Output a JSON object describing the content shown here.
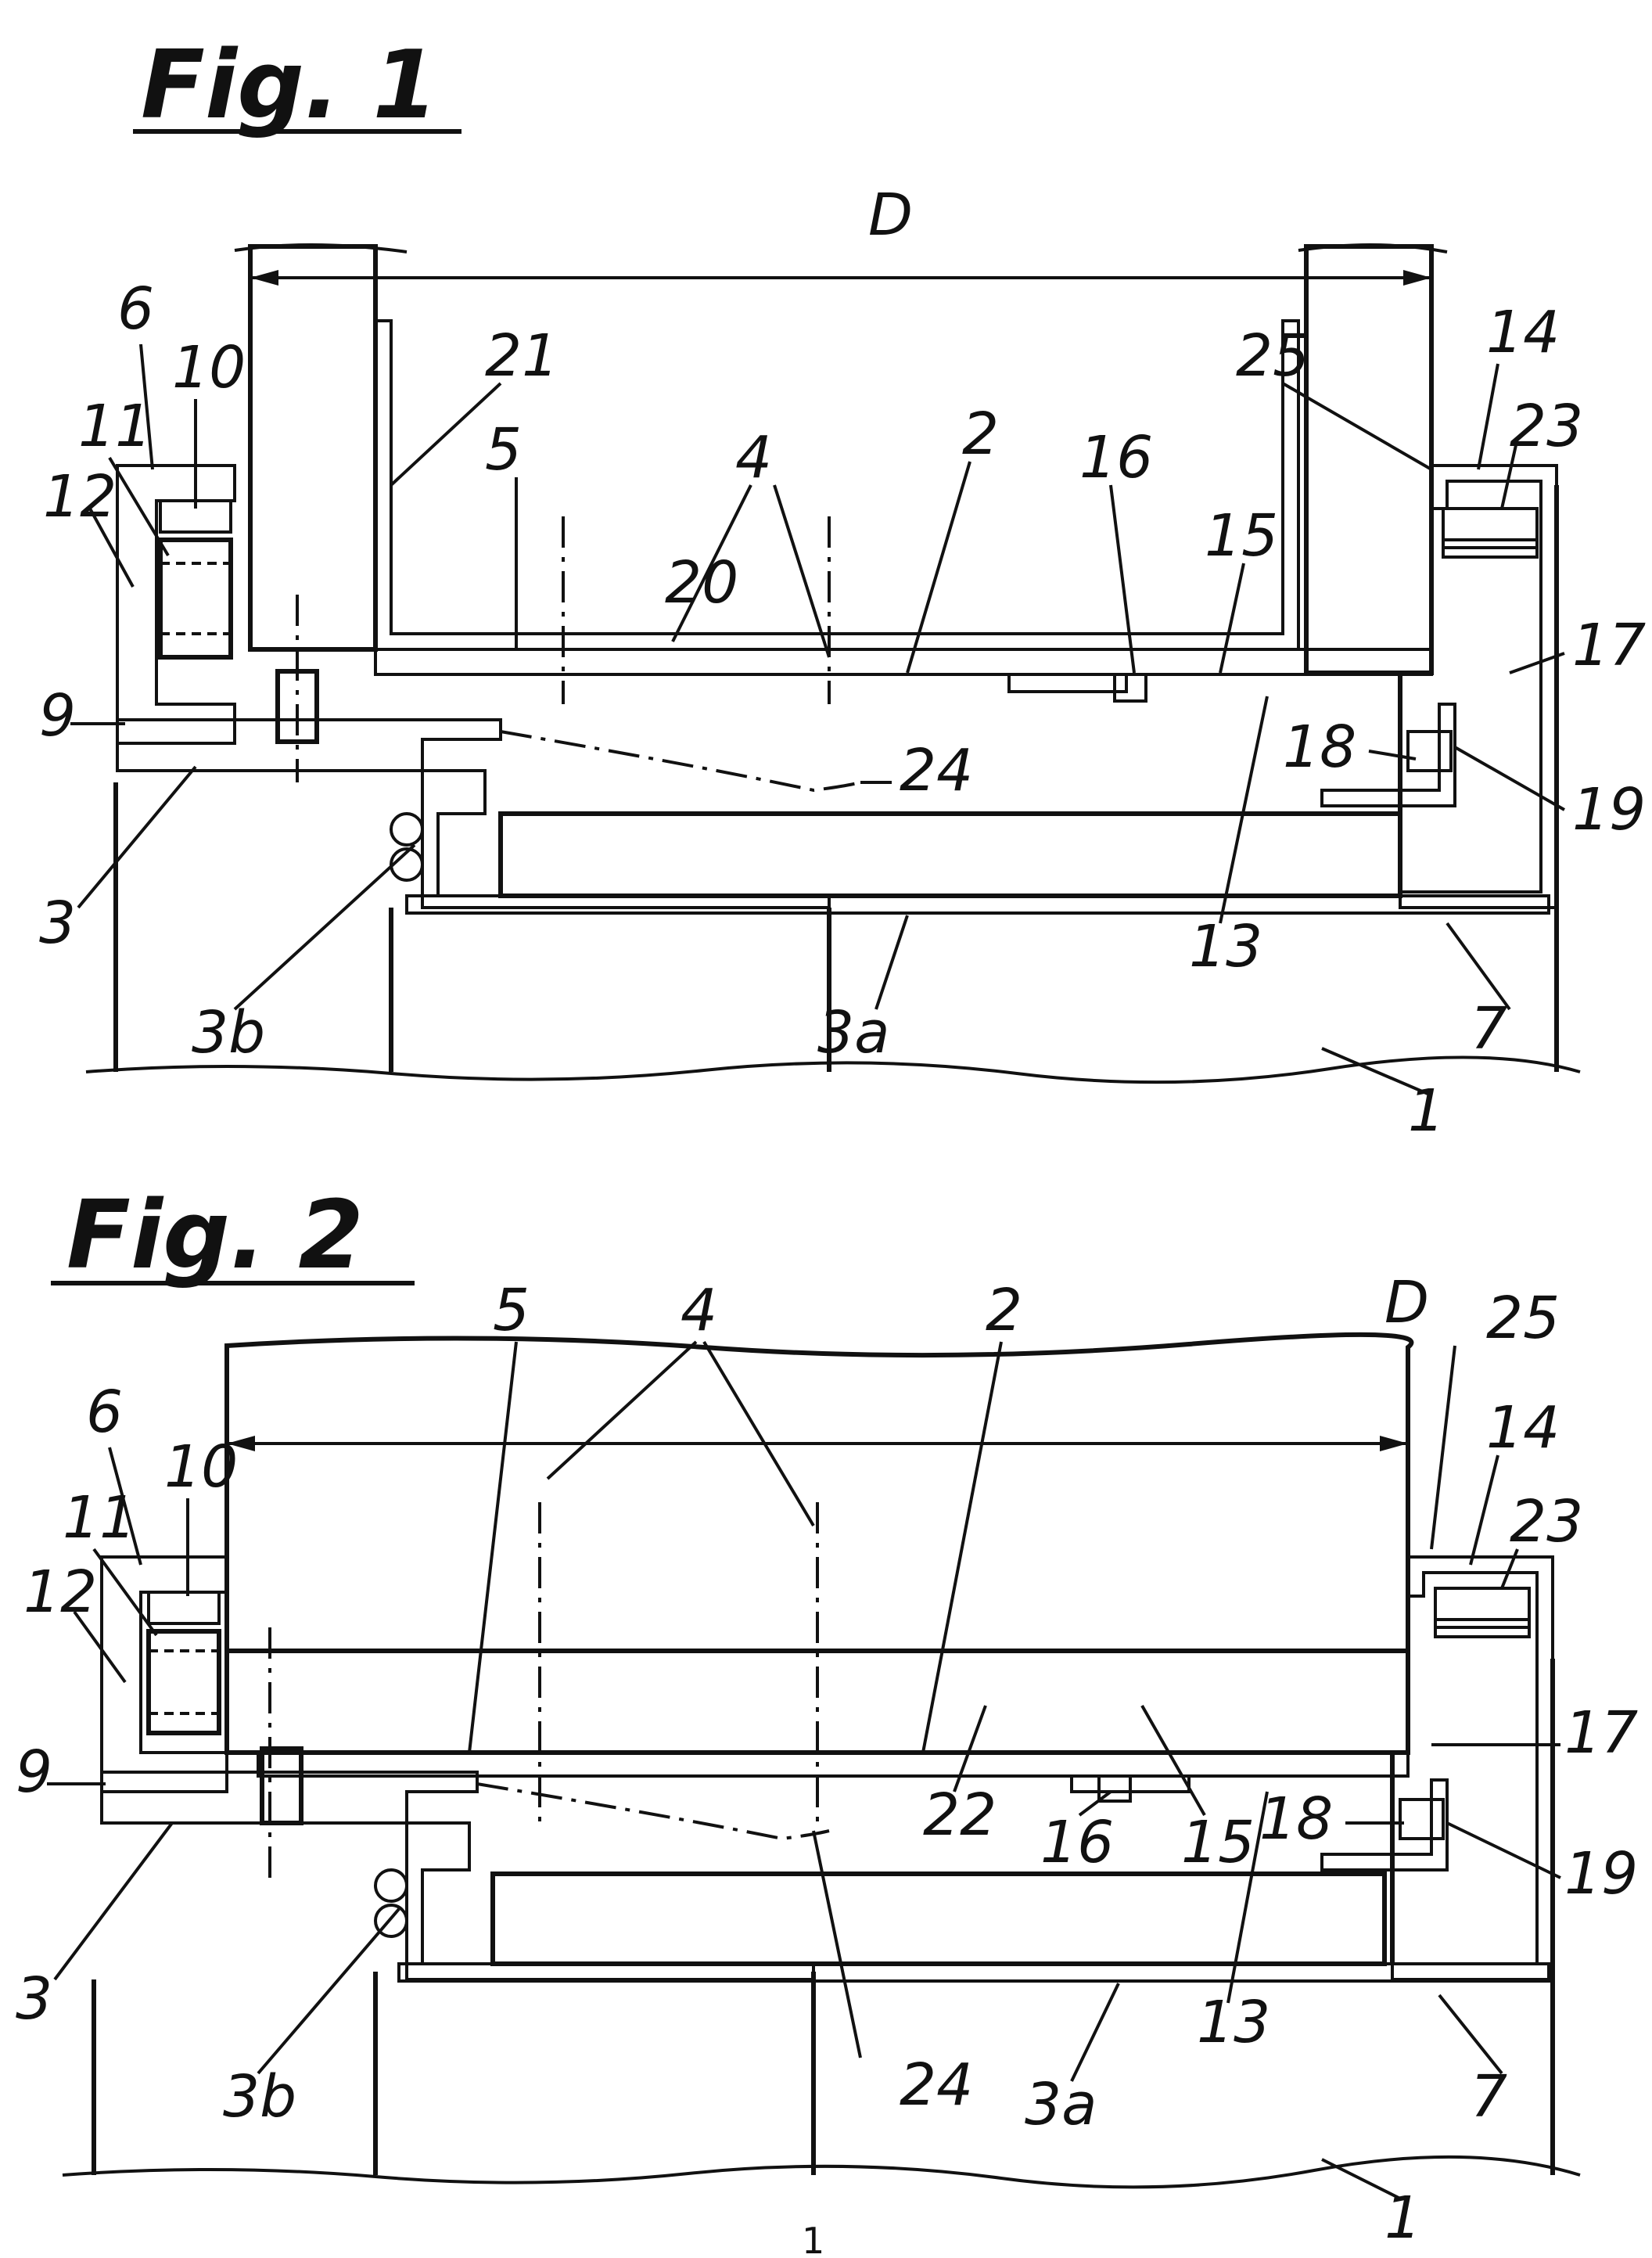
{
  "figures": [
    {
      "title": "Fig. 1",
      "labels": [
        "D",
        "6",
        "10",
        "11",
        "12",
        "9",
        "3",
        "3b",
        "3a",
        "1",
        "7",
        "19",
        "18",
        "17",
        "23",
        "14",
        "25",
        "21",
        "5",
        "4",
        "2",
        "16",
        "15",
        "20",
        "24",
        "13"
      ]
    },
    {
      "title": "Fig. 2",
      "labels": [
        "D",
        "6",
        "10",
        "11",
        "12",
        "9",
        "3",
        "3b",
        "24",
        "3a",
        "1",
        "7",
        "19",
        "18",
        "17",
        "23",
        "14",
        "25",
        "5",
        "4",
        "2",
        "22",
        "16",
        "15",
        "13"
      ]
    }
  ],
  "page_number": "1"
}
